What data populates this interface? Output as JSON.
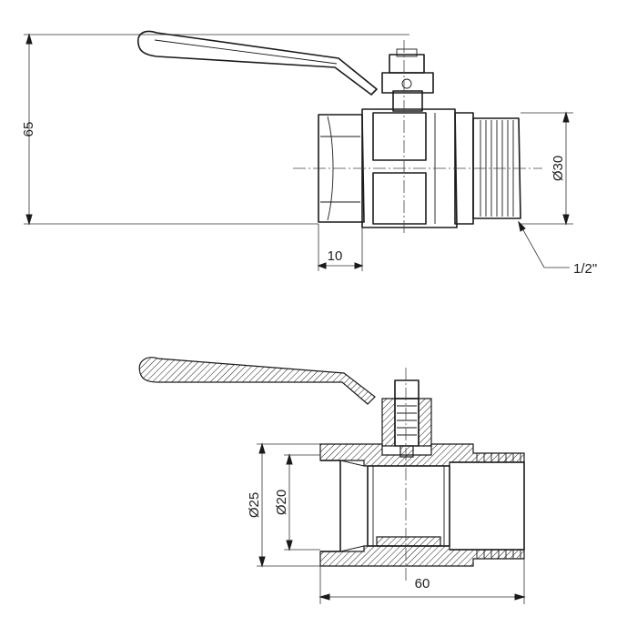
{
  "dimensions": {
    "height_total": "65",
    "hex_length": "10",
    "thread": "1/2\"",
    "outer_diameter": "Ø30",
    "bore_outer": "Ø25",
    "bore_inner": "Ø20",
    "body_length": "60"
  }
}
